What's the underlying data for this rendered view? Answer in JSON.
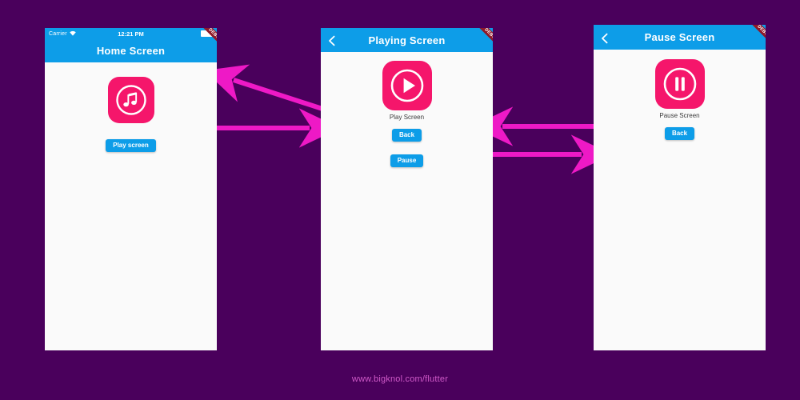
{
  "page": {
    "background_color": "#4a005c",
    "accent_pink": "#f5166b",
    "accent_blue": "#0d9de8",
    "arrow_color": "#ee19c6",
    "footer_url": "www.bigknol.com/flutter"
  },
  "debug_ribbon_label": "DEBUG",
  "phones": [
    {
      "id": "home",
      "has_statusbar": true,
      "statusbar": {
        "carrier": "Carrier",
        "time": "12:21 PM",
        "wifi_icon": "wifi-icon",
        "battery_icon": "battery-icon"
      },
      "appbar": {
        "title": "Home Screen",
        "has_back": false
      },
      "icon": "music-note-icon",
      "caption": "",
      "buttons": [
        {
          "label": "Play screen",
          "name": "play-screen-button"
        }
      ]
    },
    {
      "id": "playing",
      "has_statusbar": false,
      "appbar": {
        "title": "Playing Screen",
        "has_back": true,
        "back_icon": "chevron-left-icon"
      },
      "icon": "play-icon",
      "caption": "Play Screen",
      "buttons": [
        {
          "label": "Back",
          "name": "back-button"
        },
        {
          "label": "Pause",
          "name": "pause-button"
        }
      ]
    },
    {
      "id": "pause",
      "has_statusbar": false,
      "appbar": {
        "title": "Pause Screen",
        "has_back": true,
        "back_icon": "chevron-left-icon"
      },
      "icon": "pause-icon",
      "caption": "Pause Screen",
      "buttons": [
        {
          "label": "Back",
          "name": "back-button"
        }
      ]
    }
  ],
  "flow_arrows": [
    {
      "name": "home-to-playing",
      "direction": "right",
      "from": "home.play-screen-button",
      "to": "playing"
    },
    {
      "name": "playing-back-to-home",
      "direction": "left",
      "from": "playing.back-button",
      "to": "home"
    },
    {
      "name": "playing-to-pause",
      "direction": "right",
      "from": "playing.pause-button",
      "to": "pause"
    },
    {
      "name": "pause-back-to-playing",
      "direction": "left",
      "from": "pause.back-button",
      "to": "playing"
    }
  ]
}
